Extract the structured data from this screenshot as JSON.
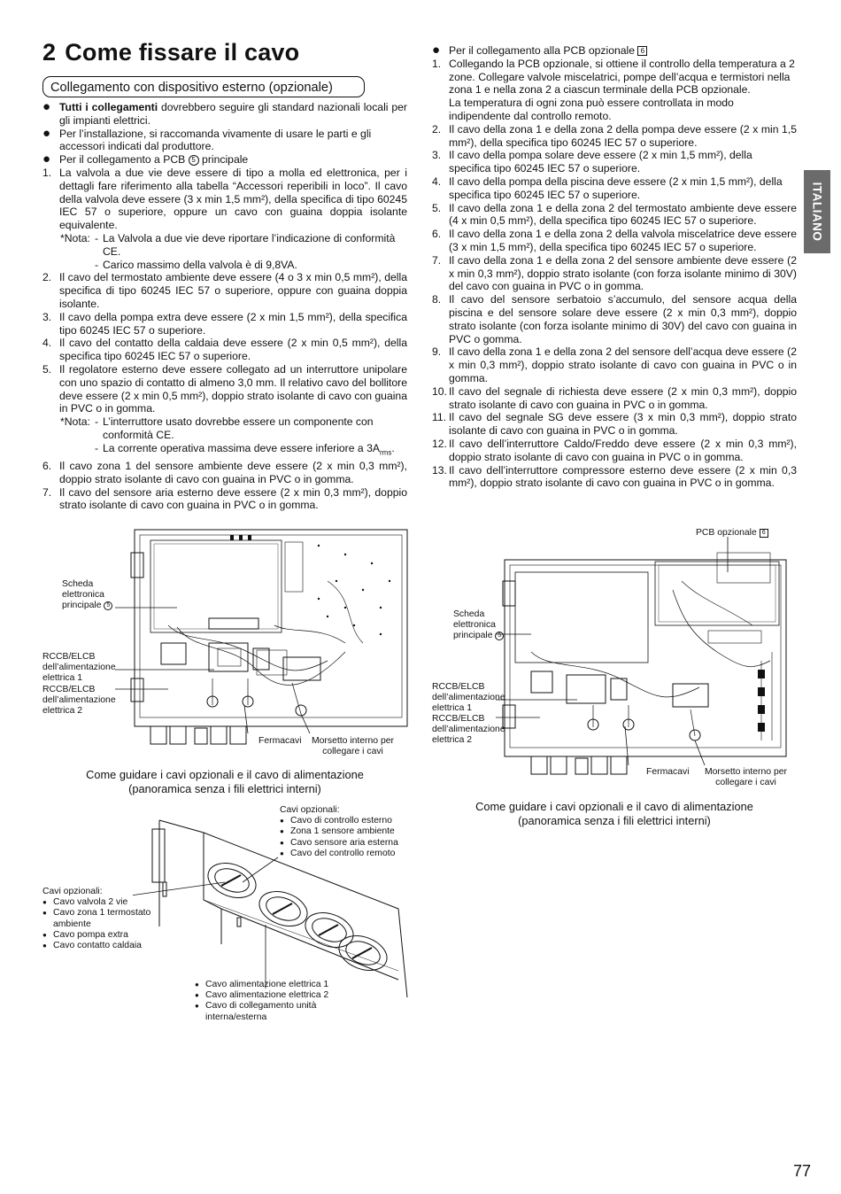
{
  "heading": {
    "number": "2",
    "title": "Come fissare il cavo"
  },
  "subheading": "Collegamento con dispositivo esterno (opzionale)",
  "side_tab": "ITALIANO",
  "page_number": "77",
  "left": {
    "bullets": [
      {
        "bold": "Tutti i collegamenti",
        "text": " dovrebbero seguire gli standard nazionali locali per gli impianti elettrici."
      },
      {
        "text": "Per l’installazione, si raccomanda vivamente di usare le parti e gli accessori indicati dal produttore."
      },
      {
        "text": "Per il collegamento a PCB",
        "badge": "5",
        "after": " principale"
      }
    ],
    "items": [
      {
        "n": "1.",
        "text": "La valvola a due vie deve essere di tipo a molla ed elettronica, per i dettagli fare riferimento alla tabella “Accessori reperibili in loco”. Il cavo della valvola deve essere (3 x min 1,5 mm²), della specifica di tipo 60245 IEC 57 o superiore, oppure un cavo con guaina doppia isolante equivalente."
      },
      {
        "note": "*Nota:",
        "lines": [
          "La Valvola a due vie deve riportare l’indicazione di conformità CE.",
          "Carico massimo della valvola è di 9,8VA."
        ]
      },
      {
        "n": "2.",
        "text": "Il cavo del termostato ambiente deve essere (4 o 3 x min 0,5 mm²), della specifica di tipo 60245 IEC 57 o superiore, oppure con guaina doppia isolante."
      },
      {
        "n": "3.",
        "text": "Il cavo della pompa extra deve essere (2 x min 1,5 mm²), della specifica tipo 60245 IEC 57 o superiore."
      },
      {
        "n": "4.",
        "text": "Il cavo del contatto della caldaia deve essere (2 x min 0,5 mm²), della specifica tipo 60245 IEC 57 o superiore."
      },
      {
        "n": "5.",
        "text": "Il regolatore esterno deve essere collegato ad un interruttore unipolare con uno spazio di contatto di almeno 3,0 mm. Il relativo cavo del bollitore deve essere (2 x min 0,5 mm²), doppio strato isolante di cavo con guaina in PVC o in gomma."
      },
      {
        "note": "*Nota:",
        "lines": [
          "L’interruttore usato dovrebbe essere un componente con conformità CE.",
          "La corrente operativa massima deve essere inferiore a 3A"
        ],
        "sub": "rms",
        "tail": "."
      },
      {
        "n": "6.",
        "text": "Il cavo zona 1 del sensore ambiente deve essere (2 x min 0,3 mm²), doppio strato isolante di cavo con guaina in PVC o in gomma."
      },
      {
        "n": "7.",
        "text": "Il cavo del sensore aria esterno deve essere (2 x min 0,3 mm²), doppio strato isolante di cavo con guaina in PVC o in gomma."
      }
    ]
  },
  "right": {
    "bullet": {
      "text": "Per il collegamento alla PCB opzionale",
      "badge": "6"
    },
    "items": [
      {
        "n": "1.",
        "text": "Collegando la PCB opzionale, si ottiene il controllo della temperatura a 2 zone. Collegare valvole miscelatrici, pompe dell’acqua e termistori nella zona 1 e nella zona 2 a ciascun terminale della PCB opzionale.",
        "text2": "La temperatura di ogni zona può essere controllata in modo indipendente dal controllo remoto."
      },
      {
        "n": "2.",
        "text": "Il cavo della zona 1 e della zona 2 della pompa deve essere (2 x min 1,5 mm²), della specifica tipo 60245 IEC 57 o superiore."
      },
      {
        "n": "3.",
        "text": "Il cavo della pompa solare deve essere (2 x min 1,5 mm²), della specifica tipo 60245 IEC 57 o superiore."
      },
      {
        "n": "4.",
        "text": "Il cavo della pompa della piscina deve essere (2 x min 1,5 mm²), della specifica tipo 60245 IEC 57 o superiore."
      },
      {
        "n": "5.",
        "text": "Il cavo della zona 1 e della zona 2 del termostato ambiente deve essere (4 x min 0,5 mm²), della specifica tipo 60245 IEC 57 o superiore."
      },
      {
        "n": "6.",
        "text": "Il cavo della zona 1 e della zona 2 della valvola miscelatrice deve essere (3 x min 1,5 mm²), della specifica tipo 60245 IEC 57 o superiore."
      },
      {
        "n": "7.",
        "text": "Il cavo della zona 1 e della zona 2 del sensore ambiente deve essere (2 x min 0,3 mm²), doppio strato isolante (con forza isolante minimo di 30V) del cavo con guaina in PVC o in gomma."
      },
      {
        "n": "8.",
        "text": "Il cavo del sensore serbatoio s’accumulo, del sensore acqua della piscina e del sensore solare deve essere (2 x min 0,3 mm²), doppio strato isolante (con forza isolante minimo di 30V) del cavo con guaina in PVC o gomma."
      },
      {
        "n": "9.",
        "text": "Il cavo della zona 1 e della zona 2 del sensore dell’acqua deve essere (2 x min 0,3 mm²), doppio strato isolante di cavo con guaina in PVC o in gomma."
      },
      {
        "n": "10.",
        "text": "Il cavo del segnale di richiesta deve essere (2 x min 0,3 mm²), doppio strato isolante di cavo con guaina in PVC o in gomma."
      },
      {
        "n": "11.",
        "text": "Il cavo del segnale SG deve essere (3 x min 0,3 mm²), doppio strato isolante di cavo con guaina in PVC o in gomma."
      },
      {
        "n": "12.",
        "text": "Il cavo dell’interruttore Caldo/Freddo deve essere (2 x min 0,3 mm²), doppio strato isolante di cavo con guaina in PVC o in gomma."
      },
      {
        "n": "13.",
        "text": "Il cavo dell’interruttore compressore esterno deve essere (2 x min 0,3 mm²), doppio strato isolante di cavo con guaina in PVC o in gomma."
      }
    ]
  },
  "figure1": {
    "labels": {
      "board_a": "Scheda",
      "board_b": "elettronica",
      "board_c": "principale",
      "board_badge": "5",
      "rccb1_a": "RCCB/ELCB",
      "rccb1_b": "dell’alimentazione",
      "rccb1_c": "elettrica 1",
      "rccb2_a": "RCCB/ELCB",
      "rccb2_b": "dell’alimentazione",
      "rccb2_c": "elettrica 2",
      "clamp": "Fermacavi",
      "term_a": "Morsetto interno per",
      "term_b": "collegare i cavi"
    },
    "caption_a": "Come guidare i cavi opzionali e il cavo di alimentazione",
    "caption_b": "(panoramica senza i fili elettrici interni)"
  },
  "figure2": {
    "pcb_label": "PCB opzionale",
    "pcb_badge": "6",
    "labels": {
      "board_a": "Scheda",
      "board_b": "elettronica",
      "board_c": "principale",
      "board_badge": "5",
      "rccb1_a": "RCCB/ELCB",
      "rccb1_b": "dell’alimentazione",
      "rccb1_c": "elettrica 1",
      "rccb2_a": "RCCB/ELCB",
      "rccb2_b": "dell’alimentazione",
      "rccb2_c": "elettrica 2",
      "clamp": "Fermacavi",
      "term_a": "Morsetto interno per",
      "term_b": "collegare i cavi"
    },
    "caption_a": "Come guidare i cavi opzionali e il cavo di alimentazione",
    "caption_b": "(panoramica senza i fili elettrici interni)"
  },
  "figure3": {
    "top_title": "Cavi opzionali:",
    "top_items": [
      "Cavo di controllo esterno",
      "Zona 1 sensore ambiente",
      "Cavo sensore aria esterna",
      "Cavo del controllo remoto"
    ],
    "left_title": "Cavi opzionali:",
    "left_items": [
      "Cavo valvola 2 vie",
      "Cavo zona 1 termostato ambiente",
      "Cavo pompa extra",
      "Cavo contatto caldaia"
    ],
    "bottom_items": [
      "Cavo alimentazione elettrica 1",
      "Cavo alimentazione elettrica 2",
      "Cavo di collegamento unità interna/esterna"
    ]
  }
}
